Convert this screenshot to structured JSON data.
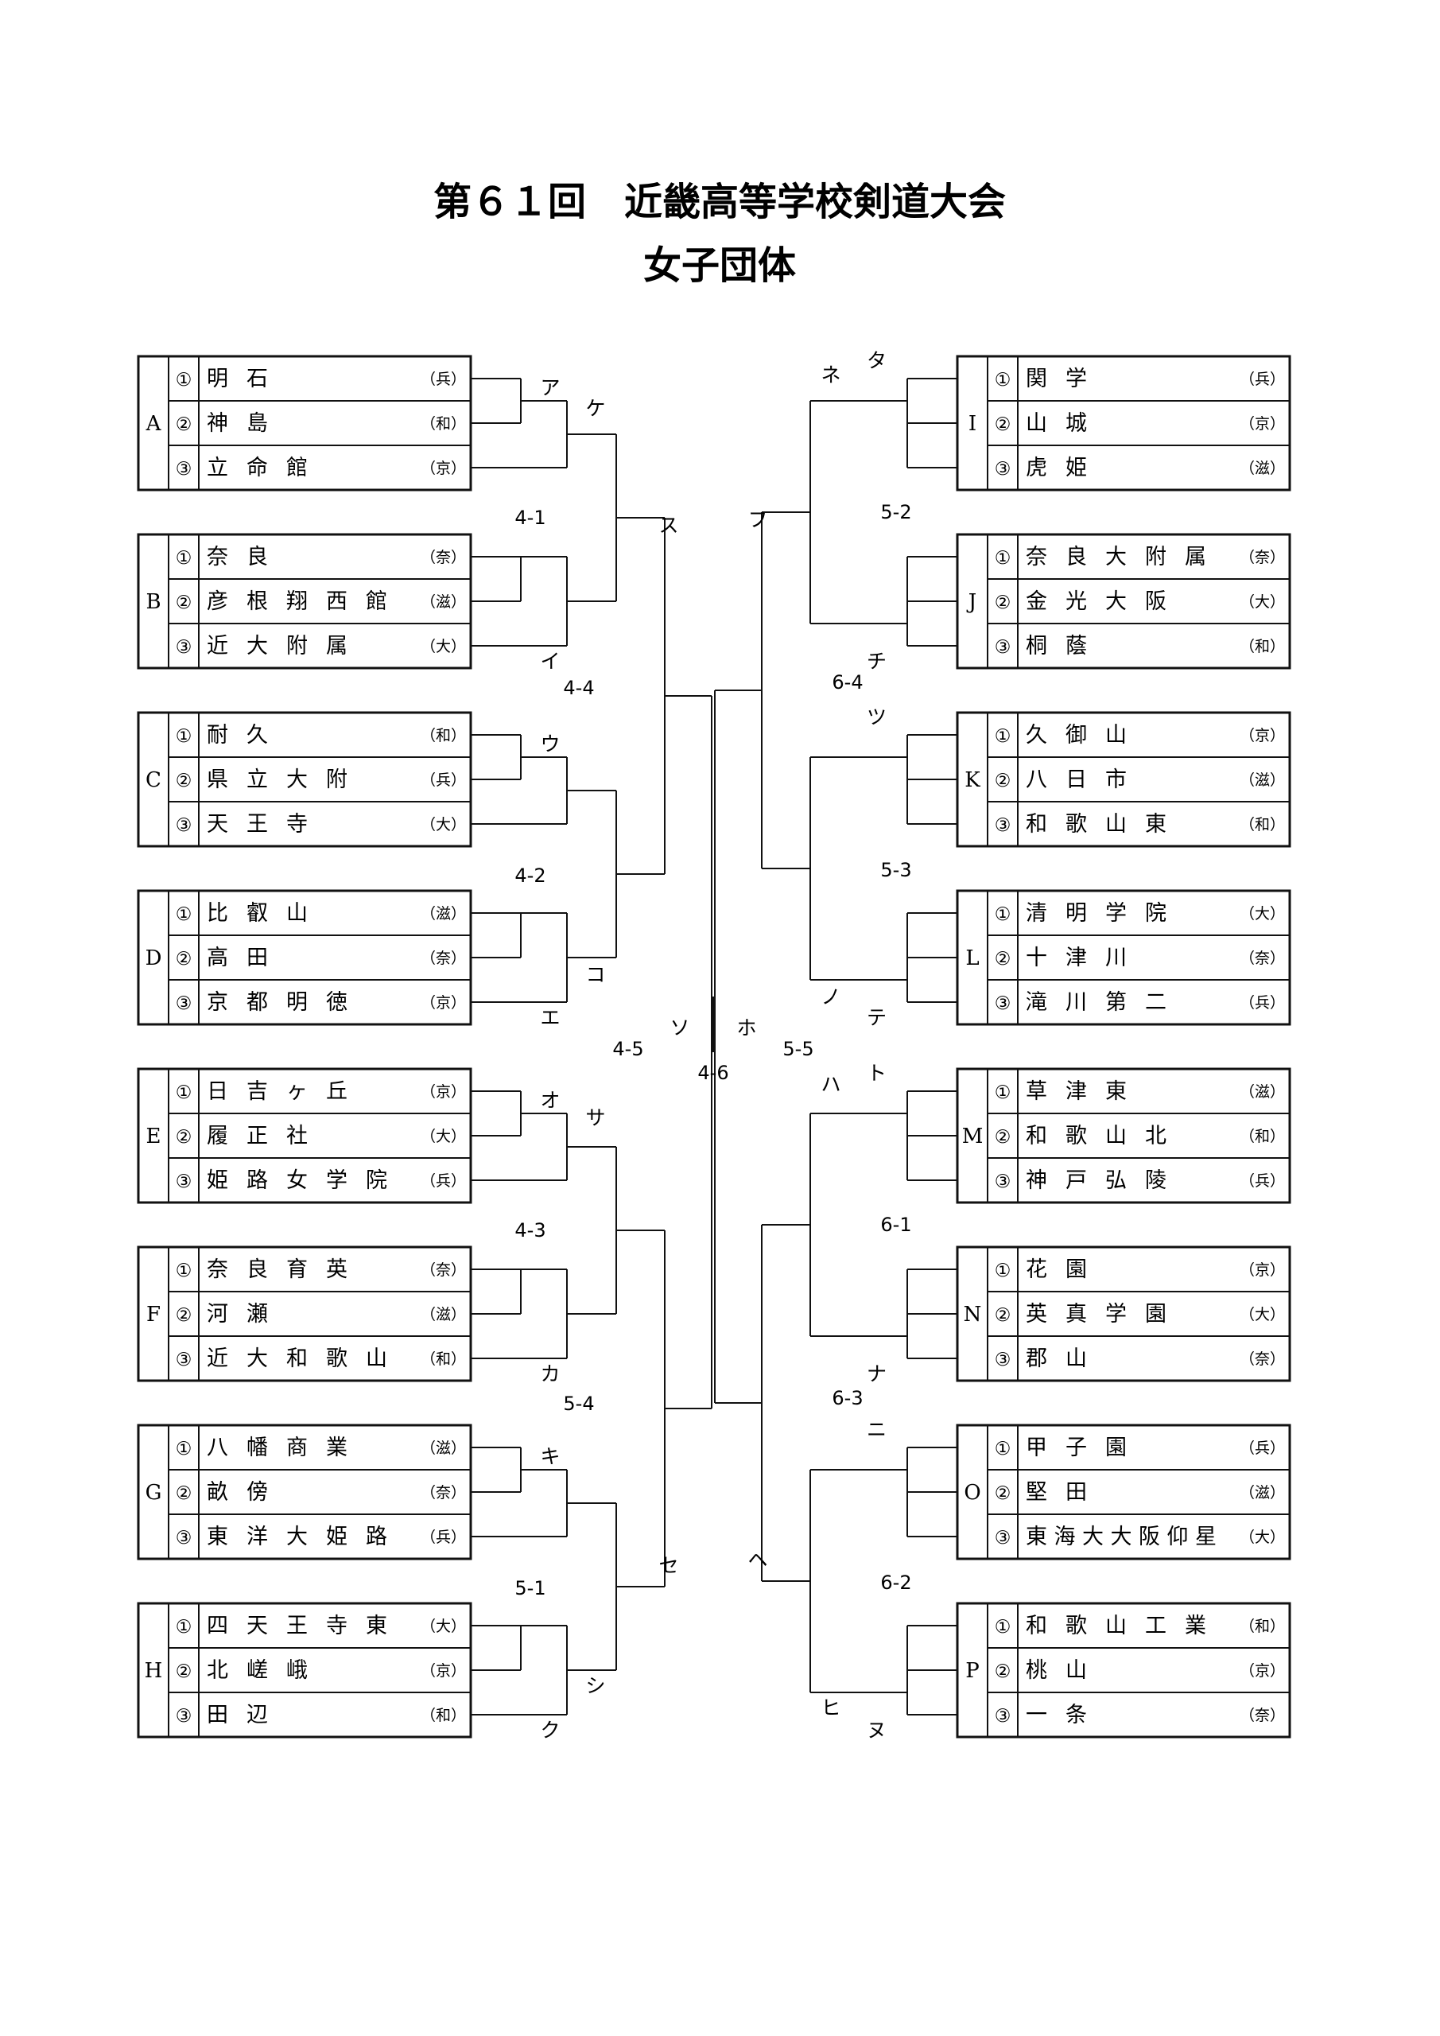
{
  "title": {
    "main": "第６１回　近畿高等学校剣道大会",
    "sub": "女子団体"
  },
  "groups": [
    {
      "letter": "A",
      "teams": [
        {
          "num": "①",
          "name": "明石",
          "pref": "（兵）"
        },
        {
          "num": "②",
          "name": "神島",
          "pref": "（和）"
        },
        {
          "num": "③",
          "name": "立命館",
          "pref": "（京）"
        }
      ]
    },
    {
      "letter": "B",
      "teams": [
        {
          "num": "①",
          "name": "奈良",
          "pref": "（奈）"
        },
        {
          "num": "②",
          "name": "彦根翔西館",
          "pref": "（滋）"
        },
        {
          "num": "③",
          "name": "近大附属",
          "pref": "（大）"
        }
      ]
    },
    {
      "letter": "C",
      "teams": [
        {
          "num": "①",
          "name": "耐久",
          "pref": "（和）"
        },
        {
          "num": "②",
          "name": "県立大附",
          "pref": "（兵）"
        },
        {
          "num": "③",
          "name": "天王寺",
          "pref": "（大）"
        }
      ]
    },
    {
      "letter": "D",
      "teams": [
        {
          "num": "①",
          "name": "比叡山",
          "pref": "（滋）"
        },
        {
          "num": "②",
          "name": "高田",
          "pref": "（奈）"
        },
        {
          "num": "③",
          "name": "京都明徳",
          "pref": "（京）"
        }
      ]
    },
    {
      "letter": "E",
      "teams": [
        {
          "num": "①",
          "name": "日吉ヶ丘",
          "pref": "（京）"
        },
        {
          "num": "②",
          "name": "履正社",
          "pref": "（大）"
        },
        {
          "num": "③",
          "name": "姫路女学院",
          "pref": "（兵）"
        }
      ]
    },
    {
      "letter": "F",
      "teams": [
        {
          "num": "①",
          "name": "奈良育英",
          "pref": "（奈）"
        },
        {
          "num": "②",
          "name": "河瀬",
          "pref": "（滋）"
        },
        {
          "num": "③",
          "name": "近大和歌山",
          "pref": "（和）"
        }
      ]
    },
    {
      "letter": "G",
      "teams": [
        {
          "num": "①",
          "name": "八幡商業",
          "pref": "（滋）"
        },
        {
          "num": "②",
          "name": "畝傍",
          "pref": "（奈）"
        },
        {
          "num": "③",
          "name": "東洋大姫路",
          "pref": "（兵）"
        }
      ]
    },
    {
      "letter": "H",
      "teams": [
        {
          "num": "①",
          "name": "四天王寺東",
          "pref": "（大）"
        },
        {
          "num": "②",
          "name": "北嵯峨",
          "pref": "（京）"
        },
        {
          "num": "③",
          "name": "田辺",
          "pref": "（和）"
        }
      ]
    },
    {
      "letter": "I",
      "teams": [
        {
          "num": "①",
          "name": "関学",
          "pref": "（兵）"
        },
        {
          "num": "②",
          "name": "山城",
          "pref": "（京）"
        },
        {
          "num": "③",
          "name": "虎姫",
          "pref": "（滋）"
        }
      ]
    },
    {
      "letter": "J",
      "teams": [
        {
          "num": "①",
          "name": "奈良大附属",
          "pref": "（奈）"
        },
        {
          "num": "②",
          "name": "金光大阪",
          "pref": "（大）"
        },
        {
          "num": "③",
          "name": "桐蔭",
          "pref": "（和）"
        }
      ]
    },
    {
      "letter": "K",
      "teams": [
        {
          "num": "①",
          "name": "久御山",
          "pref": "（京）"
        },
        {
          "num": "②",
          "name": "八日市",
          "pref": "（滋）"
        },
        {
          "num": "③",
          "name": "和歌山東",
          "pref": "（和）"
        }
      ]
    },
    {
      "letter": "L",
      "teams": [
        {
          "num": "①",
          "name": "清明学院",
          "pref": "（大）"
        },
        {
          "num": "②",
          "name": "十津川",
          "pref": "（奈）"
        },
        {
          "num": "③",
          "name": "滝川第二",
          "pref": "（兵）"
        }
      ]
    },
    {
      "letter": "M",
      "teams": [
        {
          "num": "①",
          "name": "草津東",
          "pref": "（滋）"
        },
        {
          "num": "②",
          "name": "和歌山北",
          "pref": "（和）"
        },
        {
          "num": "③",
          "name": "神戸弘陵",
          "pref": "（兵）"
        }
      ]
    },
    {
      "letter": "N",
      "teams": [
        {
          "num": "①",
          "name": "花園",
          "pref": "（京）"
        },
        {
          "num": "②",
          "name": "英真学園",
          "pref": "（大）"
        },
        {
          "num": "③",
          "name": "郡山",
          "pref": "（奈）"
        }
      ]
    },
    {
      "letter": "O",
      "teams": [
        {
          "num": "①",
          "name": "甲子園",
          "pref": "（兵）"
        },
        {
          "num": "②",
          "name": "堅田",
          "pref": "（滋）"
        },
        {
          "num": "③",
          "name": "東海大大阪仰星",
          "pref": "（大）"
        }
      ]
    },
    {
      "letter": "P",
      "teams": [
        {
          "num": "①",
          "name": "和歌山工業",
          "pref": "（和）"
        },
        {
          "num": "②",
          "name": "桃山",
          "pref": "（京）"
        },
        {
          "num": "③",
          "name": "一条",
          "pref": "（奈）"
        }
      ]
    }
  ],
  "match_labels": {
    "left": [
      "ア",
      "イ",
      "ウ",
      "エ",
      "オ",
      "カ",
      "キ",
      "ク",
      "ケ",
      "コ",
      "サ",
      "シ",
      "ス",
      "セ",
      "ソ"
    ],
    "right": [
      "タ",
      "チ",
      "ツ",
      "テ",
      "ト",
      "ナ",
      "ニ",
      "ヌ",
      "ネ",
      "ノ",
      "ハ",
      "ヒ",
      "フ",
      "ヘ",
      "ホ"
    ]
  },
  "court_codes": {
    "left": [
      "4-1",
      "4-2",
      "4-3",
      "5-1",
      "4-4",
      "5-4",
      "4-5"
    ],
    "right": [
      "5-2",
      "5-3",
      "6-1",
      "6-2",
      "6-4",
      "6-3",
      "5-5"
    ],
    "final": "4-6"
  }
}
